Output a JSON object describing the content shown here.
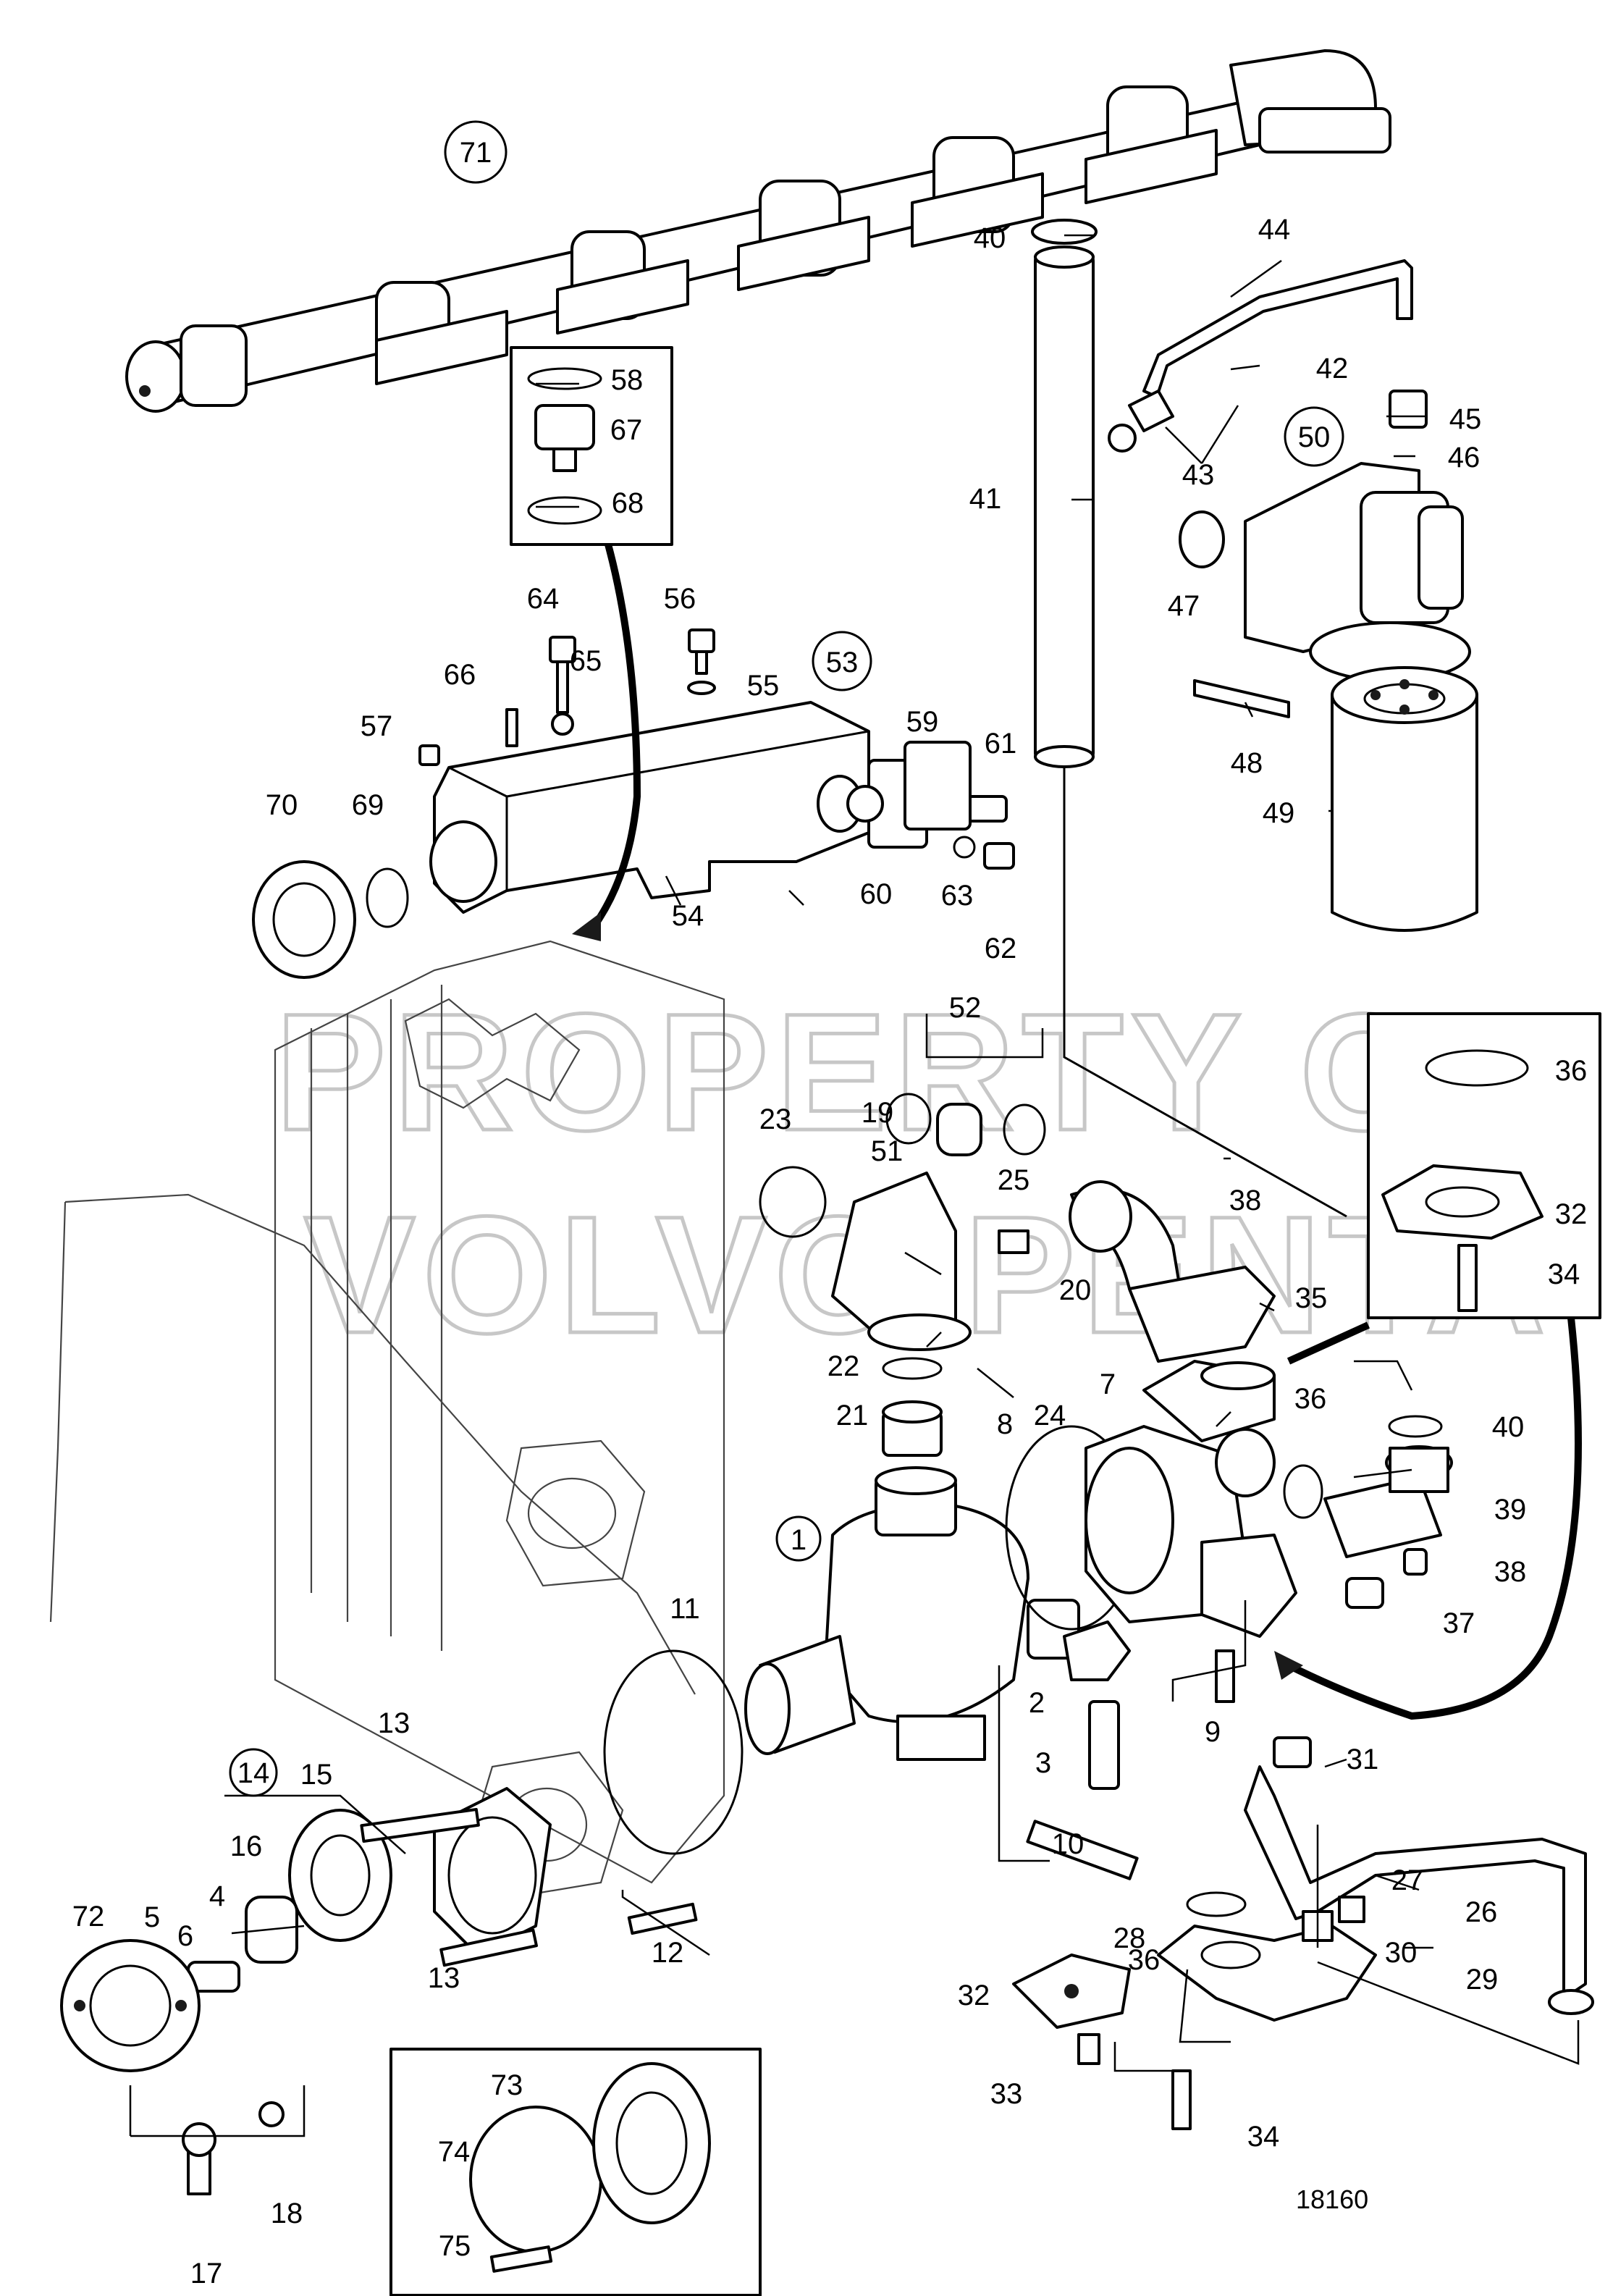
{
  "figure_id": "18160",
  "watermark": [
    "PROPERTY OF",
    "VOLVO PENTA"
  ],
  "labels": [
    "1",
    "2",
    "3",
    "4",
    "5",
    "6",
    "7",
    "8",
    "9",
    "10",
    "11",
    "12",
    "13",
    "13",
    "14",
    "15",
    "16",
    "17",
    "18",
    "19",
    "20",
    "21",
    "22",
    "23",
    "24",
    "25",
    "26",
    "27",
    "28",
    "29",
    "30",
    "31",
    "32",
    "32",
    "33",
    "34",
    "34",
    "35",
    "36",
    "36",
    "36",
    "37",
    "38",
    "38",
    "39",
    "40",
    "40",
    "41",
    "42",
    "43",
    "44",
    "45",
    "46",
    "47",
    "48",
    "49",
    "50",
    "51",
    "52",
    "53",
    "54",
    "55",
    "56",
    "57",
    "58",
    "59",
    "60",
    "61",
    "62",
    "63",
    "64",
    "65",
    "66",
    "67",
    "68",
    "69",
    "70",
    "71",
    "72",
    "73",
    "74",
    "75"
  ],
  "circled_labels": [
    "1",
    "14",
    "50",
    "53",
    "71"
  ],
  "colors": {
    "line": "#000000",
    "background": "#ffffff",
    "watermark": "#9a9a9a"
  }
}
